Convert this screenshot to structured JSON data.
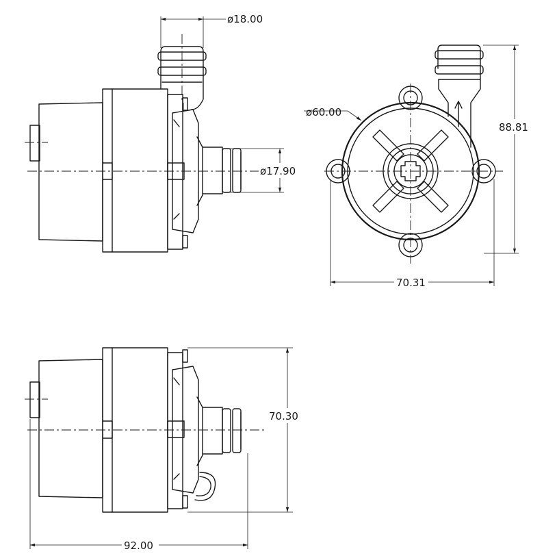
{
  "dimensions": {
    "outlet_diameter": "ø18.00",
    "inlet_diameter": "ø17.90",
    "flange_diameter": "ø60.00",
    "overall_height": "88.81",
    "front_width": "70.31",
    "side_height": "70.30",
    "overall_length": "92.00"
  }
}
